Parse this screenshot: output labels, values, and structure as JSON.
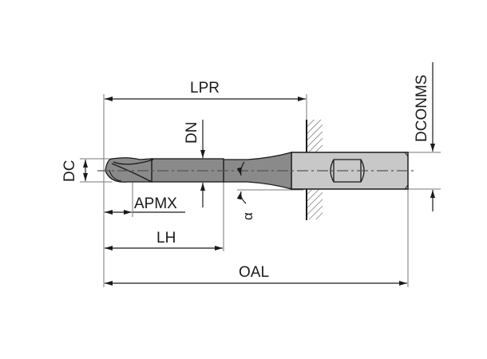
{
  "diagram": {
    "type": "ball-nose end mill dimension drawing",
    "colors": {
      "background": "#ffffff",
      "line": "#1a1a1a",
      "dim_line": "#555555",
      "tool_body": "#8a8a8a",
      "shank": "#c8c8c8",
      "hatch": "#333333"
    },
    "labels": {
      "lpr": "LPR",
      "dn": "DN",
      "dc": "DC",
      "apmx": "APMX",
      "lh": "LH",
      "oal": "OAL",
      "dconms": "DCONMS",
      "alpha": "α"
    }
  }
}
